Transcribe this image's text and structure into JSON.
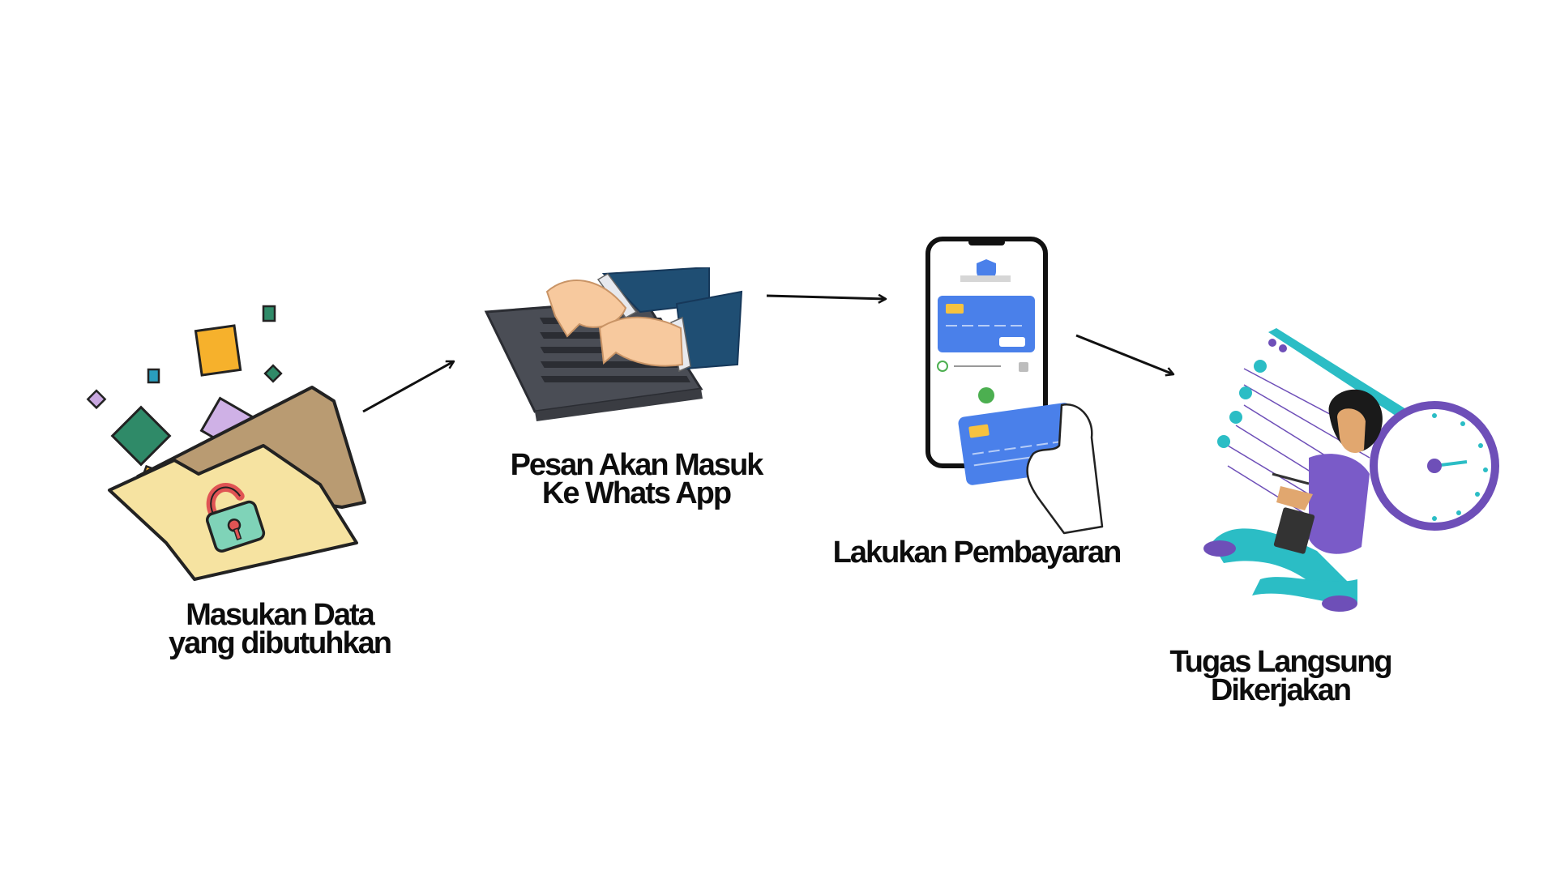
{
  "steps": [
    {
      "id": "step-1",
      "icon": "unlocked-folder-icon",
      "lines": [
        "Masukan Data",
        "yang dibutuhkan"
      ]
    },
    {
      "id": "step-2",
      "icon": "typing-keyboard-icon",
      "lines": [
        "Pesan Akan Masuk",
        "Ke Whats App"
      ]
    },
    {
      "id": "step-3",
      "icon": "mobile-payment-icon",
      "lines": [
        "Lakukan Pembayaran"
      ]
    },
    {
      "id": "step-4",
      "icon": "person-working-clock-icon",
      "lines": [
        "Tugas Langsung",
        "Dikerjakan"
      ]
    }
  ],
  "colors": {
    "caption_text": "#0d0d0d",
    "arrow": "#111111",
    "folder": "#f6e3a1",
    "folder_back": "#b99b72",
    "card_blue": "#4a80ea",
    "keyboard": "#4a4d55",
    "sleeve": "#1f4e73",
    "purple": "#6e4fb8",
    "teal": "#2bbdc5"
  }
}
